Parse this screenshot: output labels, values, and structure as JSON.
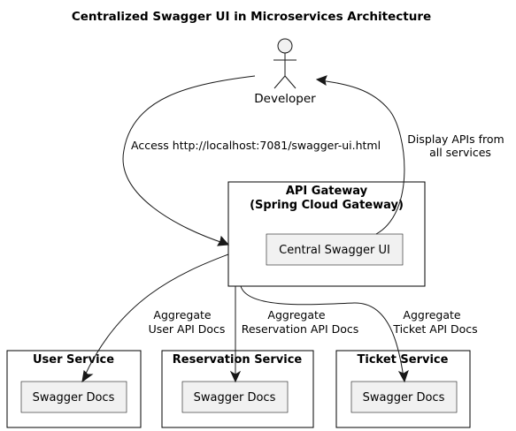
{
  "title": "Centralized Swagger UI in Microservices Architecture",
  "actor": {
    "label": "Developer"
  },
  "packages": {
    "gateway": {
      "title_line1": "API Gateway",
      "title_line2": "(Spring Cloud Gateway)",
      "component": "Central Swagger UI"
    },
    "user": {
      "title": "User Service",
      "component": "Swagger Docs"
    },
    "reservation": {
      "title": "Reservation Service",
      "component": "Swagger Docs"
    },
    "ticket": {
      "title": "Ticket Service",
      "component": "Swagger Docs"
    }
  },
  "edges": {
    "access": {
      "label": "Access http://localhost:7081/swagger-ui.html"
    },
    "display": {
      "label_line1": "Display APIs from",
      "label_line2": "all services"
    },
    "user": {
      "label_line1": "Aggregate",
      "label_line2": "User API Docs"
    },
    "reservation": {
      "label_line1": "Aggregate",
      "label_line2": "Reservation API Docs"
    },
    "ticket": {
      "label_line1": "Aggregate",
      "label_line2": "Ticket API Docs"
    }
  }
}
